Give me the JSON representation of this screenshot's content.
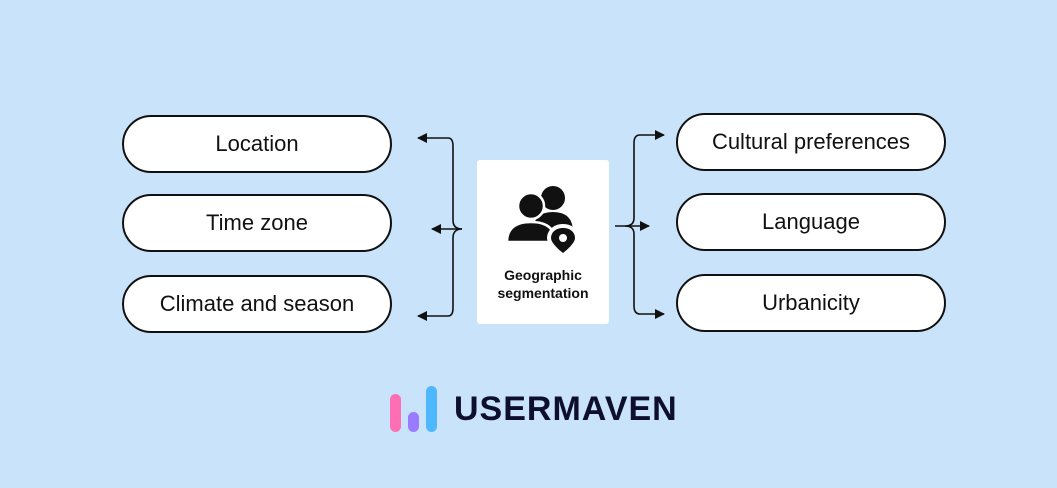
{
  "left_items": [
    "Location",
    "Time zone",
    "Climate and season"
  ],
  "right_items": [
    "Cultural preferences",
    "Language",
    "Urbanicity"
  ],
  "center": {
    "label": "Geographic segmentation",
    "icon": "people-location-pin-icon"
  },
  "brand": {
    "name": "USERMAVEN",
    "colors": [
      "#ff6fb5",
      "#9a7bff",
      "#4eb8ff"
    ]
  },
  "colors": {
    "background": "#c9e3fb",
    "box": "#ffffff",
    "stroke": "#111111"
  }
}
